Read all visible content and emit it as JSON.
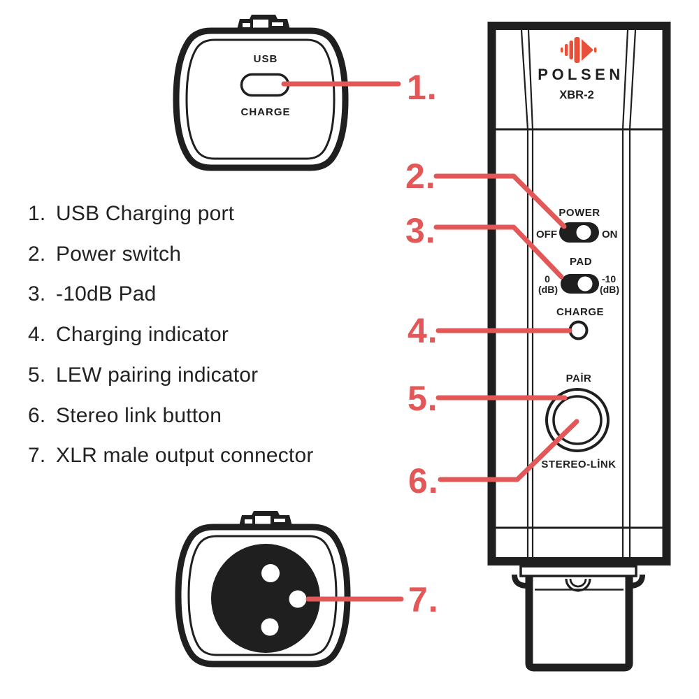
{
  "colors": {
    "ink": "#1f1f1f",
    "accent_red": "#e25757",
    "logo_red": "#e8503a"
  },
  "legend": {
    "items": [
      {
        "num": "1.",
        "label": "USB Charging port"
      },
      {
        "num": "2.",
        "label": "Power switch"
      },
      {
        "num": "3.",
        "label": "-10dB Pad"
      },
      {
        "num": "4.",
        "label": "Charging indicator"
      },
      {
        "num": "5.",
        "label": "LEW pairing indicator"
      },
      {
        "num": "6.",
        "label": "Stereo link button"
      },
      {
        "num": "7.",
        "label": "XLR male output connector"
      }
    ]
  },
  "markers": [
    "1.",
    "2.",
    "3.",
    "4.",
    "5.",
    "6.",
    "7."
  ],
  "top_view": {
    "port_label_top": "USB",
    "port_label_bottom": "CHARGE"
  },
  "device": {
    "brand": "POLSEN",
    "model": "XBR-2",
    "power": {
      "label": "POWER",
      "left": "OFF",
      "right": "ON"
    },
    "pad": {
      "label": "PAD",
      "left_top": "0",
      "left_bottom": "(dB)",
      "right_top": "-10",
      "right_bottom": "(dB)"
    },
    "charge_label": "CHARGE",
    "pair_label": "PAİR",
    "stereo_link_label": "STEREO-LİNK"
  }
}
